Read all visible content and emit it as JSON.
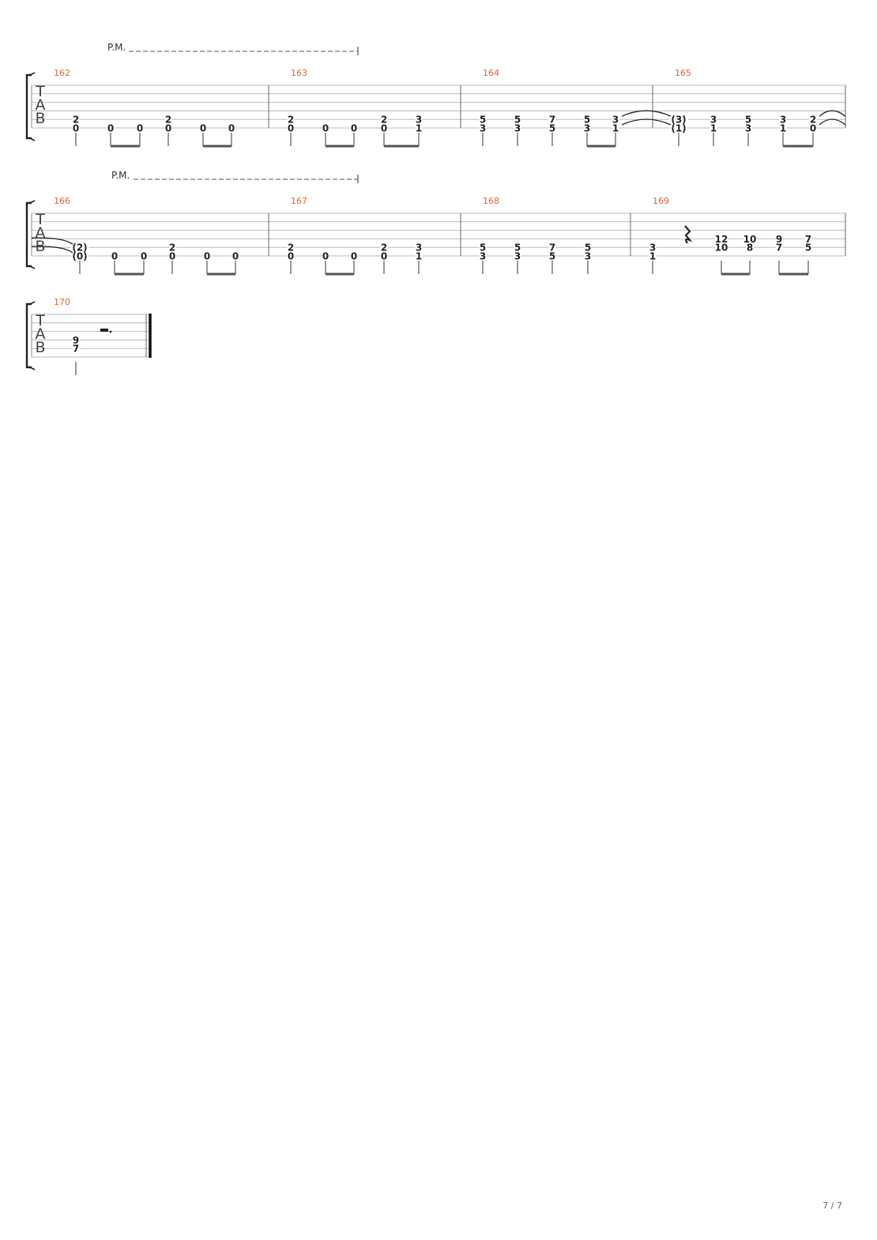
{
  "page": {
    "page_number": "7 / 7"
  },
  "tab_label": [
    "T",
    "A",
    "B"
  ],
  "colors": {
    "measure_number": "#e8622a",
    "staff_line": "#bbbbbb",
    "ink": "#222222",
    "stem": "#555555"
  },
  "systems": [
    {
      "palm_mute": "P.M.",
      "measures": [
        {
          "number": "162",
          "notes": [
            {
              "frets": [
                null,
                null,
                null,
                null,
                "2",
                "0"
              ]
            },
            {
              "frets": [
                null,
                null,
                null,
                null,
                null,
                "0"
              ]
            },
            {
              "frets": [
                null,
                null,
                null,
                null,
                null,
                "0"
              ]
            },
            {
              "frets": [
                null,
                null,
                null,
                null,
                "2",
                "0"
              ]
            },
            {
              "frets": [
                null,
                null,
                null,
                null,
                null,
                "0"
              ]
            },
            {
              "frets": [
                null,
                null,
                null,
                null,
                null,
                "0"
              ]
            }
          ]
        },
        {
          "number": "163",
          "notes": [
            {
              "frets": [
                null,
                null,
                null,
                null,
                "2",
                "0"
              ]
            },
            {
              "frets": [
                null,
                null,
                null,
                null,
                null,
                "0"
              ]
            },
            {
              "frets": [
                null,
                null,
                null,
                null,
                null,
                "0"
              ]
            },
            {
              "frets": [
                null,
                null,
                null,
                null,
                "2",
                "0"
              ]
            },
            {
              "frets": [
                null,
                null,
                null,
                null,
                "3",
                "1"
              ]
            }
          ]
        },
        {
          "number": "164",
          "notes": [
            {
              "frets": [
                null,
                null,
                null,
                null,
                "5",
                "3"
              ]
            },
            {
              "frets": [
                null,
                null,
                null,
                null,
                "5",
                "3"
              ]
            },
            {
              "frets": [
                null,
                null,
                null,
                null,
                "7",
                "5"
              ]
            },
            {
              "frets": [
                null,
                null,
                null,
                null,
                "5",
                "3"
              ]
            },
            {
              "frets": [
                null,
                null,
                null,
                null,
                "3",
                "1"
              ]
            }
          ]
        },
        {
          "number": "165",
          "notes": [
            {
              "frets": [
                null,
                null,
                null,
                null,
                "(3)",
                "(1)"
              ]
            },
            {
              "frets": [
                null,
                null,
                null,
                null,
                "3",
                "1"
              ]
            },
            {
              "frets": [
                null,
                null,
                null,
                null,
                "5",
                "3"
              ]
            },
            {
              "frets": [
                null,
                null,
                null,
                null,
                "3",
                "1"
              ]
            },
            {
              "frets": [
                null,
                null,
                null,
                null,
                "2",
                "0"
              ]
            }
          ]
        }
      ]
    },
    {
      "palm_mute": "P.M.",
      "measures": [
        {
          "number": "166",
          "notes": [
            {
              "frets": [
                null,
                null,
                null,
                null,
                "(2)",
                "(0)"
              ]
            },
            {
              "frets": [
                null,
                null,
                null,
                null,
                null,
                "0"
              ]
            },
            {
              "frets": [
                null,
                null,
                null,
                null,
                null,
                "0"
              ]
            },
            {
              "frets": [
                null,
                null,
                null,
                null,
                "2",
                "0"
              ]
            },
            {
              "frets": [
                null,
                null,
                null,
                null,
                null,
                "0"
              ]
            },
            {
              "frets": [
                null,
                null,
                null,
                null,
                null,
                "0"
              ]
            }
          ]
        },
        {
          "number": "167",
          "notes": [
            {
              "frets": [
                null,
                null,
                null,
                null,
                "2",
                "0"
              ]
            },
            {
              "frets": [
                null,
                null,
                null,
                null,
                null,
                "0"
              ]
            },
            {
              "frets": [
                null,
                null,
                null,
                null,
                null,
                "0"
              ]
            },
            {
              "frets": [
                null,
                null,
                null,
                null,
                "2",
                "0"
              ]
            },
            {
              "frets": [
                null,
                null,
                null,
                null,
                "3",
                "1"
              ]
            }
          ]
        },
        {
          "number": "168",
          "notes": [
            {
              "frets": [
                null,
                null,
                null,
                null,
                "5",
                "3"
              ]
            },
            {
              "frets": [
                null,
                null,
                null,
                null,
                "5",
                "3"
              ]
            },
            {
              "frets": [
                null,
                null,
                null,
                null,
                "7",
                "5"
              ]
            },
            {
              "frets": [
                null,
                null,
                null,
                null,
                "5",
                "3"
              ]
            }
          ]
        },
        {
          "number": "169",
          "notes": [
            {
              "frets": [
                null,
                null,
                null,
                null,
                "3",
                "1"
              ]
            },
            {
              "rest": "quarter"
            },
            {
              "frets": [
                null,
                null,
                null,
                "12",
                "10",
                null
              ]
            },
            {
              "frets": [
                null,
                null,
                null,
                "10",
                "8",
                null
              ]
            },
            {
              "frets": [
                null,
                null,
                null,
                "9",
                "7",
                null
              ]
            },
            {
              "frets": [
                null,
                null,
                null,
                "7",
                "5",
                null
              ]
            }
          ]
        }
      ]
    },
    {
      "palm_mute": null,
      "measures": [
        {
          "number": "170",
          "notes": [
            {
              "frets": [
                null,
                null,
                null,
                "9",
                "7",
                null
              ]
            },
            {
              "rest": "dotted-half"
            }
          ]
        }
      ]
    }
  ]
}
